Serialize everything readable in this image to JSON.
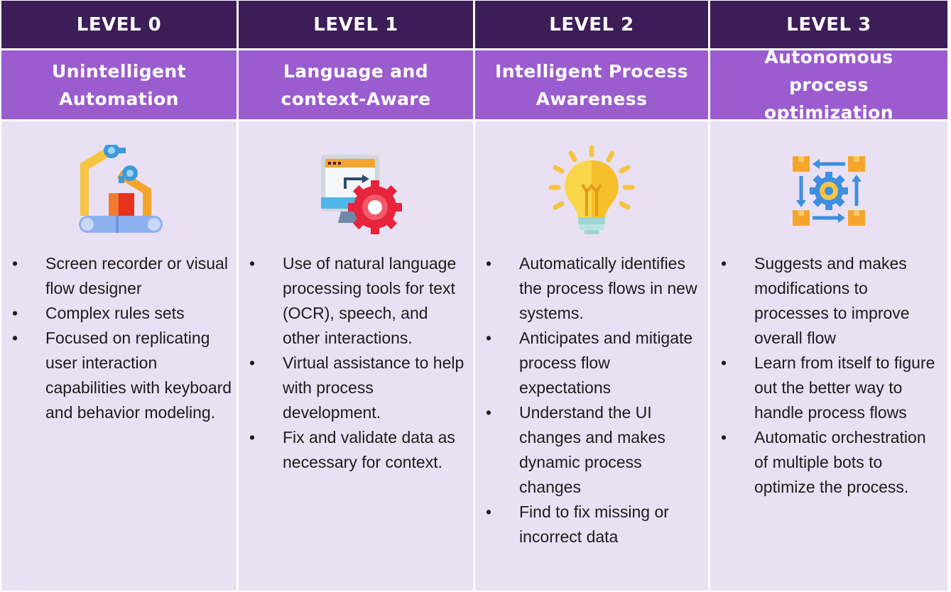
{
  "columns": [
    {
      "level": "LEVEL 0",
      "title": "Unintelligent Automation",
      "icon": "robotic-arm-conveyor-icon",
      "bullets": [
        "Screen recorder or visual flow designer",
        "Complex rules sets",
        "Focused on replicating user interaction capabilities with keyboard and behavior modeling."
      ]
    },
    {
      "level": "LEVEL 1",
      "title": "Language and context-Aware",
      "icon": "monitor-gear-icon",
      "bullets": [
        "Use of natural language processing tools for text (OCR), speech, and other interactions.",
        "Virtual assistance to help with process development.",
        "Fix and validate data as necessary for context."
      ]
    },
    {
      "level": "LEVEL 2",
      "title": "Intelligent Process Awareness",
      "icon": "lightbulb-icon",
      "bullets": [
        "Automatically identifies the process flows in new systems.",
        "Anticipates and mitigate process flow expectations",
        "Understand the UI changes and makes dynamic process changes",
        "Find to fix missing or incorrect data"
      ]
    },
    {
      "level": "LEVEL 3",
      "title": "Autonomous process optimization",
      "icon": "gear-process-cycle-icon",
      "bullets": [
        "Suggests and makes modifications to processes to improve overall flow",
        "Learn from itself to figure out the better way to handle process flows",
        "Automatic orchestration of multiple bots to optimize the process."
      ]
    }
  ],
  "bullet_glyph": "•",
  "colors": {
    "level_header_bg": "#3d1d57",
    "title_header_bg": "#9b5ccf",
    "body_bg": "#eae0f3"
  }
}
